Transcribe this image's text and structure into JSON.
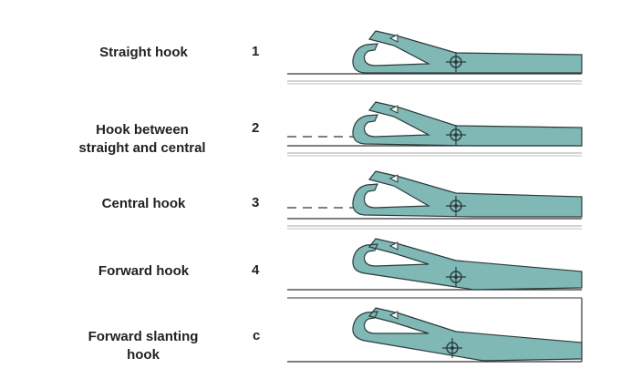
{
  "colors": {
    "hook_fill": "#7fb8b5",
    "hook_stroke": "#2b3b3b",
    "line": "#333333",
    "text": "#222222"
  },
  "rows": [
    {
      "label": "Straight hook",
      "number": "1"
    },
    {
      "label": "Hook between\nstraight and central",
      "number": "2"
    },
    {
      "label": "Central hook",
      "number": "3"
    },
    {
      "label": "Forward hook",
      "number": "4"
    },
    {
      "label": "Forward slanting\nhook",
      "number": "c"
    }
  ]
}
